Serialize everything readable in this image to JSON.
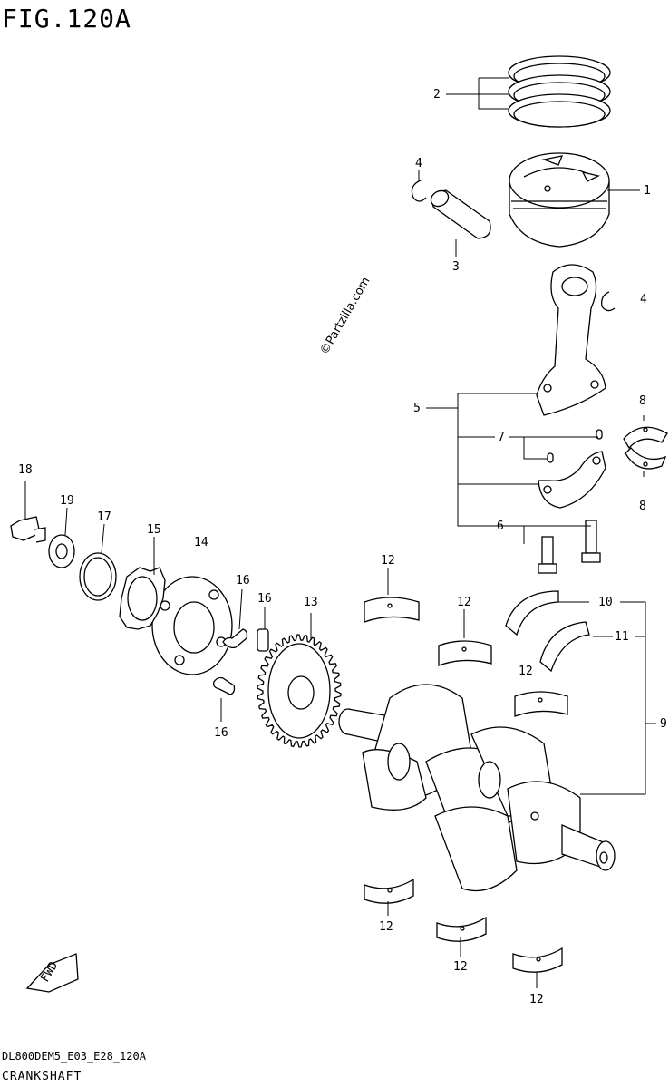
{
  "figure": {
    "title": "FIG.120A",
    "code": "DL800DEM5_E03_E28_120A",
    "caption": "CRANKSHAFT",
    "watermark": "©Partzilla.com",
    "fwd_label": "FWD"
  },
  "labels": {
    "l1": "1",
    "l2": "2",
    "l3": "3",
    "l4a": "4",
    "l4b": "4",
    "l5": "5",
    "l6": "6",
    "l7": "7",
    "l8a": "8",
    "l8b": "8",
    "l9": "9",
    "l10": "10",
    "l11": "11",
    "l12a": "12",
    "l12b": "12",
    "l12c": "12",
    "l12d": "12",
    "l12e": "12",
    "l12f": "12",
    "l13": "13",
    "l14": "14",
    "l15": "15",
    "l16a": "16",
    "l16b": "16",
    "l16c": "16",
    "l17": "17",
    "l18": "18",
    "l19": "19"
  },
  "colors": {
    "line": "#000000",
    "background": "#ffffff"
  }
}
